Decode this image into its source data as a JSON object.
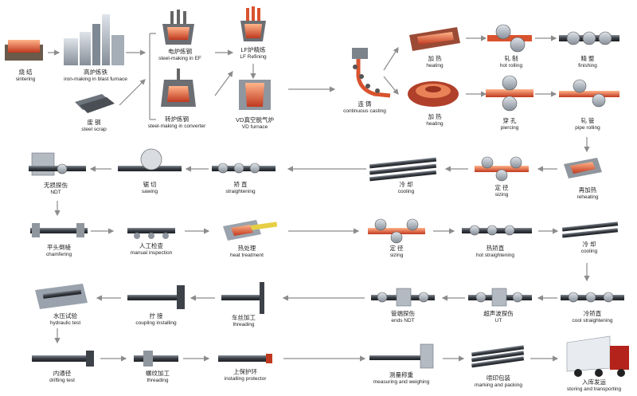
{
  "diagram": {
    "colors": {
      "arrow": "#8c8c8c",
      "steel": "#4a4f55",
      "machine": "#9aa3ad",
      "hot": "#d9532e",
      "background": "#ffffff"
    },
    "steps": [
      {
        "id": "sintering",
        "zh": "烧 结",
        "en": "sintering",
        "icon": "furnace-box-icon"
      },
      {
        "id": "blast-furnace",
        "zh": "高炉炼铁",
        "en": "iron-making in blast furnace",
        "icon": "blast-furnace-icon"
      },
      {
        "id": "steel-scrap",
        "zh": "废 钢",
        "en": "steel scrap",
        "icon": "scrap-icon"
      },
      {
        "id": "ef",
        "zh": "电炉炼钢",
        "en": "steel-making in EF",
        "icon": "electric-furnace-icon"
      },
      {
        "id": "converter",
        "zh": "转炉炼钢",
        "en": "steel-making in converter",
        "icon": "converter-icon"
      },
      {
        "id": "lf",
        "zh": "LF炉精炼",
        "en": "LF Refining",
        "icon": "ladle-icon"
      },
      {
        "id": "vd",
        "zh": "VD真空脱气炉",
        "en": "VD furnace",
        "icon": "vacuum-furnace-icon"
      },
      {
        "id": "casting",
        "zh": "连 铸",
        "en": "continuous casting",
        "icon": "caster-icon"
      },
      {
        "id": "heating1",
        "zh": "加 热",
        "en": "heating",
        "icon": "heating-furnace-icon"
      },
      {
        "id": "hot-rolling",
        "zh": "轧 制",
        "en": "hot rolling",
        "icon": "rolling-mill-icon"
      },
      {
        "id": "finishing",
        "zh": "精 整",
        "en": "finishing",
        "icon": "roll-stand-icon"
      },
      {
        "id": "heating2",
        "zh": "加 热",
        "en": "heating",
        "icon": "rotary-furnace-icon"
      },
      {
        "id": "piercing",
        "zh": "穿 孔",
        "en": "piercing",
        "icon": "piercer-icon"
      },
      {
        "id": "pipe-rolling",
        "zh": "轧 管",
        "en": "pipe rolling",
        "icon": "roll-stand-icon"
      },
      {
        "id": "reheating",
        "zh": "再加热",
        "en": "reheating",
        "icon": "reheat-furnace-icon"
      },
      {
        "id": "sizing1",
        "zh": "定 径",
        "en": "sizing",
        "icon": "sizing-mill-icon"
      },
      {
        "id": "cooling1",
        "zh": "冷 却",
        "en": "cooling",
        "icon": "pipe-bundle-icon"
      },
      {
        "id": "straightening",
        "zh": "矫 直",
        "en": "straightening",
        "icon": "straightener-icon"
      },
      {
        "id": "sawing",
        "zh": "锯 切",
        "en": "sawing",
        "icon": "saw-icon"
      },
      {
        "id": "ndt1",
        "zh": "无损探伤",
        "en": "NDT",
        "icon": "ndt-machine-icon"
      },
      {
        "id": "chamfering",
        "zh": "平头倒棱",
        "en": "chamfering",
        "icon": "chamfer-machine-icon"
      },
      {
        "id": "manual-inspection",
        "zh": "人工检查",
        "en": "manual inspection",
        "icon": "inspection-table-icon"
      },
      {
        "id": "heat-treatment",
        "zh": "热处理",
        "en": "heat treatment",
        "icon": "heat-treat-furnace-icon"
      },
      {
        "id": "sizing2",
        "zh": "定 径",
        "en": "sizing",
        "icon": "sizing-mill-icon"
      },
      {
        "id": "hot-straightening",
        "zh": "热矫直",
        "en": "hot straightening",
        "icon": "straightener-icon"
      },
      {
        "id": "cooling2",
        "zh": "冷 却",
        "en": "cooling",
        "icon": "pipe-bundle-icon"
      },
      {
        "id": "cool-straightening",
        "zh": "冷矫直",
        "en": "cool straightening",
        "icon": "straightener-icon"
      },
      {
        "id": "ut",
        "zh": "超声波探伤",
        "en": "UT",
        "icon": "ut-machine-icon"
      },
      {
        "id": "ends-ndt",
        "zh": "管端探伤",
        "en": "ends NDT",
        "icon": "ndt-machine-icon"
      },
      {
        "id": "threading1",
        "zh": "车丝加工",
        "en": "threading",
        "icon": "threading-tool-icon"
      },
      {
        "id": "coupling",
        "zh": "拧 接",
        "en": "coupling installing",
        "icon": "coupling-icon"
      },
      {
        "id": "hydraulic",
        "zh": "水压试验",
        "en": "hydraulic test",
        "icon": "hydraulic-tester-icon"
      },
      {
        "id": "drifting",
        "zh": "内通径",
        "en": "drifting test",
        "icon": "drift-tester-icon"
      },
      {
        "id": "threading2",
        "zh": "螺纹加工",
        "en": "threading",
        "icon": "thread-gauge-icon"
      },
      {
        "id": "protector",
        "zh": "上保护环",
        "en": "installing protector",
        "icon": "protector-icon"
      },
      {
        "id": "weighing",
        "zh": "测量称重",
        "en": "measuring and weighing",
        "icon": "scale-icon"
      },
      {
        "id": "packing",
        "zh": "喷印包装",
        "en": "marking and packing",
        "icon": "pipe-stack-icon"
      },
      {
        "id": "storing",
        "zh": "入库发运",
        "en": "storing and transporting",
        "icon": "truck-icon"
      }
    ]
  }
}
